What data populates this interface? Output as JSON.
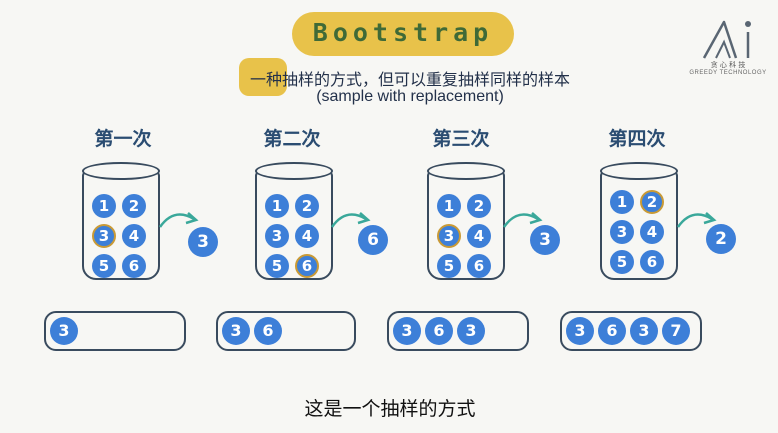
{
  "title": "Bootstrap",
  "subtitle": "一种抽样的方式，但可以重复抽样同样的样本",
  "subtitle_en": "(sample with replacement)",
  "logo": {
    "icon": "ai-logo-icon",
    "cn": "贪 心 科 技",
    "en": "GREEDY TECHNOLOGY"
  },
  "panels": [
    {
      "title": "第一次",
      "balls": [
        "1",
        "2",
        "3",
        "4",
        "5",
        "6"
      ],
      "picked": "3",
      "drawn": "3",
      "bag": [
        "3"
      ]
    },
    {
      "title": "第二次",
      "balls": [
        "1",
        "2",
        "3",
        "4",
        "5",
        "6"
      ],
      "picked": "6",
      "drawn": "6",
      "bag": [
        "3",
        "6"
      ]
    },
    {
      "title": "第三次",
      "balls": [
        "1",
        "2",
        "3",
        "4",
        "5",
        "6"
      ],
      "picked": "3",
      "drawn": "3",
      "bag": [
        "3",
        "6",
        "3"
      ]
    },
    {
      "title": "第四次",
      "balls": [
        "1",
        "2",
        "3",
        "4",
        "5",
        "6"
      ],
      "picked": "2",
      "drawn": "2",
      "bag": [
        "3",
        "6",
        "3",
        "7"
      ]
    }
  ],
  "caption": "这是一个抽样的方式",
  "colors": {
    "accent": "#e8c24a",
    "ball": "#3d7fd8",
    "pick_ring": "#c99a36",
    "arrow": "#3aa89a"
  }
}
